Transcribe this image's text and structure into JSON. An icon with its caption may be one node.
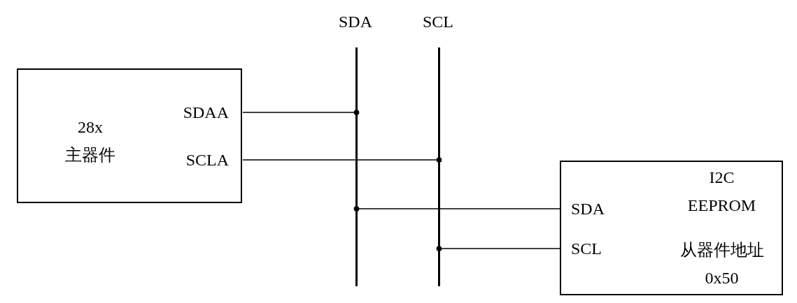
{
  "diagram": {
    "nodes": [
      {
        "text": [],
        "shape": "bar",
        "beside": [
          "SDA"
        ]
      },
      {
        "text": [],
        "shape": "bar",
        "beside": [
          "SCL"
        ]
      },
      {
        "text": [
          "28x 主器件"
        ]
      },
      {
        "text": [
          "SDAA"
        ],
        "in": 2
      },
      {
        "text": [
          "SCLA"
        ],
        "in": 2
      },
      {
        "text": [
          "I2C EEPROM",
          "从器件地址 0x50"
        ]
      },
      {
        "text": [
          "SDA"
        ],
        "in": 5
      },
      {
        "text": [
          "SCL"
        ],
        "in": 5
      }
    ],
    "edges": [
      {
        "from": 3,
        "to": 0,
        "arrow": "other"
      },
      {
        "from": 4,
        "to": 1,
        "arrow": "other"
      },
      {
        "from": 6,
        "to": 0,
        "arrow": "other"
      },
      {
        "from": 7,
        "to": 1,
        "arrow": "other"
      }
    ]
  }
}
